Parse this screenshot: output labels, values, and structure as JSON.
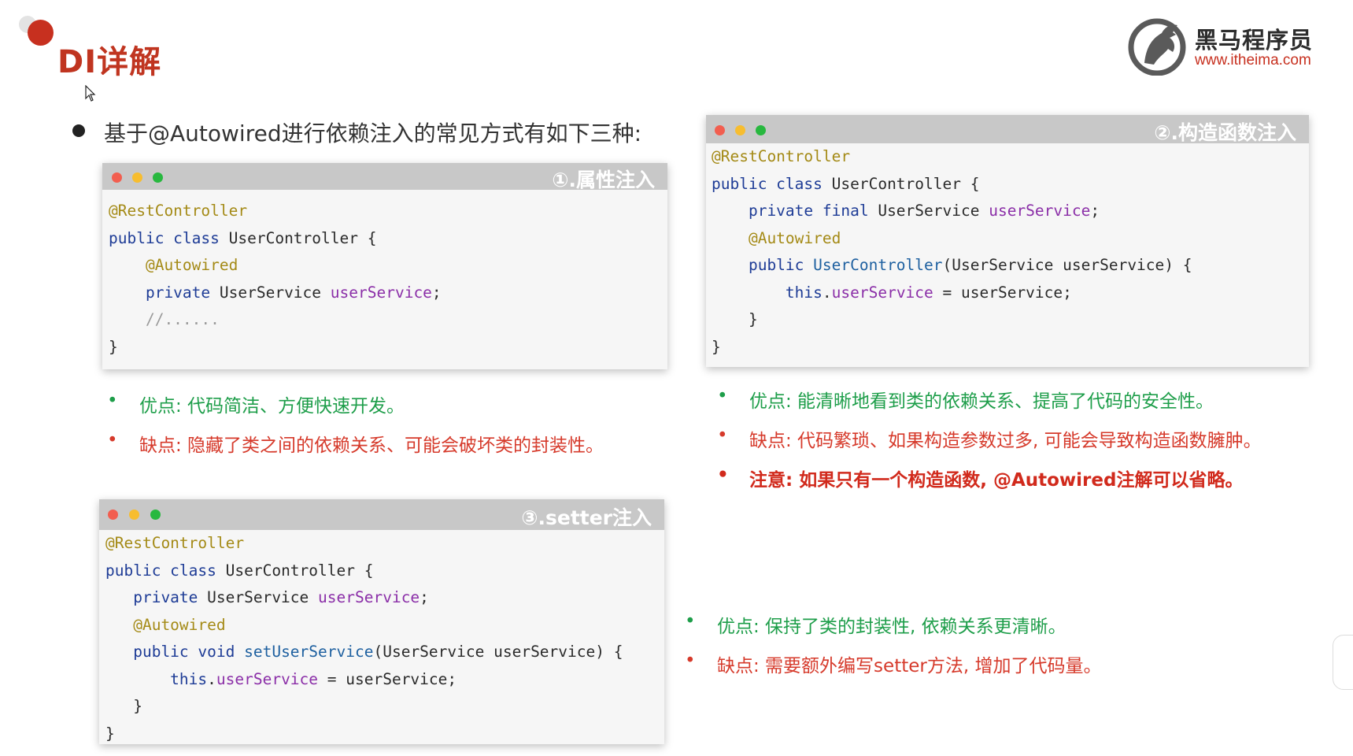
{
  "slide": {
    "title": "DI详解"
  },
  "logo": {
    "name": "黑马程序员",
    "url": "www.itheima.com"
  },
  "intro": "基于@Autowired进行依赖注入的常见方式有如下三种:",
  "card1": {
    "title": "①.属性注入",
    "lines": [
      [
        {
          "t": "@RestController",
          "c": "a"
        }
      ],
      [
        {
          "t": "public class ",
          "c": "k"
        },
        {
          "t": "UserController {",
          "c": ""
        }
      ],
      [
        {
          "t": "    @Autowired",
          "c": "a"
        }
      ],
      [
        {
          "t": "    private ",
          "c": "k"
        },
        {
          "t": "UserService ",
          "c": ""
        },
        {
          "t": "userService",
          "c": "f"
        },
        {
          "t": ";",
          "c": ""
        }
      ],
      [
        {
          "t": "    //......",
          "c": "c"
        }
      ],
      [
        {
          "t": "}",
          "c": ""
        }
      ]
    ],
    "pros": "优点: 代码简洁、方便快速开发。",
    "cons": "缺点: 隐藏了类之间的依赖关系、可能会破坏类的封装性。"
  },
  "card2": {
    "title": "②.构造函数注入",
    "lines": [
      [
        {
          "t": "@RestController",
          "c": "a"
        }
      ],
      [
        {
          "t": "public class ",
          "c": "k"
        },
        {
          "t": "UserController {",
          "c": ""
        }
      ],
      [
        {
          "t": "    private final ",
          "c": "k"
        },
        {
          "t": "UserService ",
          "c": ""
        },
        {
          "t": "userService",
          "c": "f"
        },
        {
          "t": ";",
          "c": ""
        }
      ],
      [
        {
          "t": "    @Autowired",
          "c": "a"
        }
      ],
      [
        {
          "t": "    public ",
          "c": "k"
        },
        {
          "t": "UserController",
          "c": "m"
        },
        {
          "t": "(UserService userService) {",
          "c": ""
        }
      ],
      [
        {
          "t": "        this",
          "c": "k"
        },
        {
          "t": ".",
          "c": ""
        },
        {
          "t": "userService",
          "c": "f"
        },
        {
          "t": " = userService;",
          "c": ""
        }
      ],
      [
        {
          "t": "    }",
          "c": ""
        }
      ],
      [
        {
          "t": "}",
          "c": ""
        }
      ]
    ],
    "pros": "优点: 能清晰地看到类的依赖关系、提高了代码的安全性。",
    "cons": "缺点: 代码繁琐、如果构造参数过多, 可能会导致构造函数臃肿。",
    "note": "注意: 如果只有一个构造函数, @Autowired注解可以省略。"
  },
  "card3": {
    "title": "③.setter注入",
    "lines": [
      [
        {
          "t": "@RestController",
          "c": "a"
        }
      ],
      [
        {
          "t": "public class ",
          "c": "k"
        },
        {
          "t": "UserController {",
          "c": ""
        }
      ],
      [
        {
          "t": "   private ",
          "c": "k"
        },
        {
          "t": "UserService ",
          "c": ""
        },
        {
          "t": "userService",
          "c": "f"
        },
        {
          "t": ";",
          "c": ""
        }
      ],
      [
        {
          "t": "   @Autowired",
          "c": "a"
        }
      ],
      [
        {
          "t": "   public void ",
          "c": "k"
        },
        {
          "t": "setUserService",
          "c": "m"
        },
        {
          "t": "(UserService userService) {",
          "c": ""
        }
      ],
      [
        {
          "t": "       this",
          "c": "k"
        },
        {
          "t": ".",
          "c": ""
        },
        {
          "t": "userService",
          "c": "f"
        },
        {
          "t": " = userService;",
          "c": ""
        }
      ],
      [
        {
          "t": "   }",
          "c": ""
        }
      ],
      [
        {
          "t": "}",
          "c": ""
        }
      ]
    ],
    "pros": "优点: 保持了类的封装性, 依赖关系更清晰。",
    "cons": "缺点: 需要额外编写setter方法, 增加了代码量。"
  },
  "bullet_glyph": "•"
}
